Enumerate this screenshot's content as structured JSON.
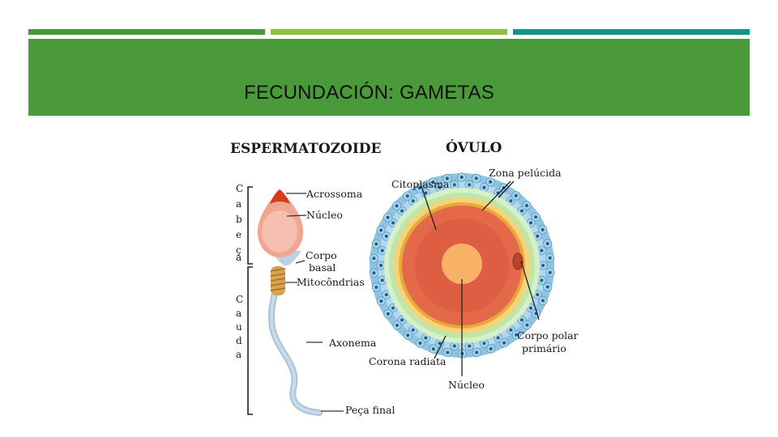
{
  "slide": {
    "title": "FECUNDACIÓN: GAMETAS",
    "colors": {
      "bar_1": "#4a9a3c",
      "bar_2": "#8cbf3f",
      "bar_3": "#159486",
      "title_band": "#4a9a3c"
    }
  },
  "figure": {
    "sperm": {
      "heading": "ESPERMATOZOIDE",
      "section_cabeca": [
        "C",
        "a",
        "b",
        "e",
        "ç",
        "a"
      ],
      "section_cauda": [
        "C",
        "a",
        "u",
        "d",
        "a"
      ],
      "labels": {
        "acrossoma": "Acrossoma",
        "nucleo": "Núcleo",
        "corpo_basal_1": "Corpo",
        "corpo_basal_2": "basal",
        "mitocondrias": "Mitocôndrias",
        "axonema": "Axonema",
        "peca_final": "Peça final"
      }
    },
    "ovum": {
      "heading": "ÓVULO",
      "labels": {
        "citoplasma": "Citoplasma",
        "zona_pelucida": "Zona pelúcida",
        "corpo_polar_1": "Corpo polar",
        "corpo_polar_2": "primário",
        "corona_radiata": "Corona radiata",
        "nucleo": "Núcleo"
      }
    }
  }
}
